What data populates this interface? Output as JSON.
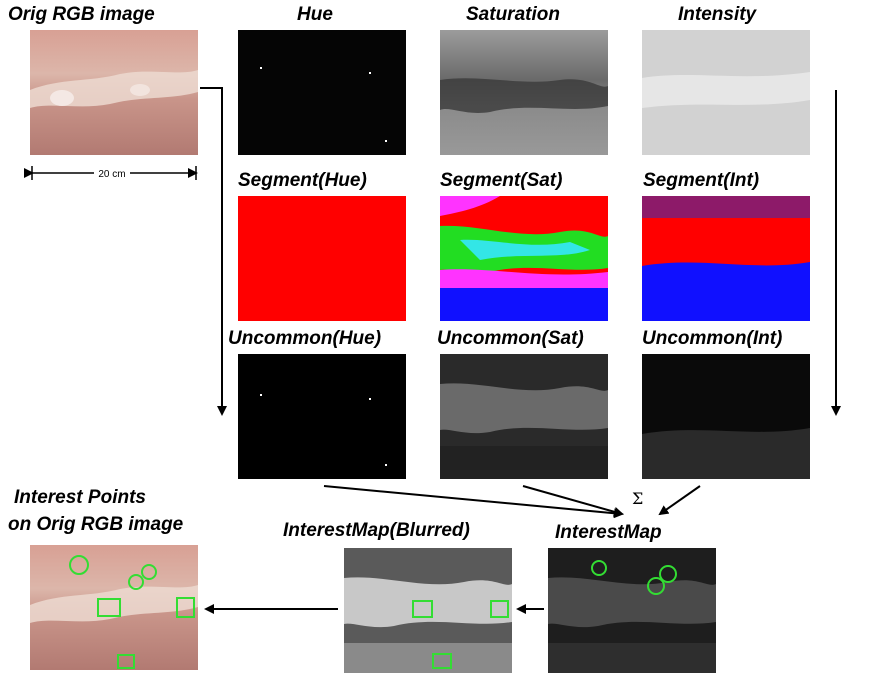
{
  "labels": {
    "orig": "Orig RGB image",
    "hue": "Hue",
    "saturation": "Saturation",
    "intensity": "Intensity",
    "seg_hue": "Segment(Hue)",
    "seg_sat": "Segment(Sat)",
    "seg_int": "Segment(Int)",
    "unc_hue": "Uncommon(Hue)",
    "unc_sat": "Uncommon(Sat)",
    "unc_int": "Uncommon(Int)",
    "interest_points_1": "Interest Points",
    "interest_points_2": "on Orig RGB image",
    "interest_map_blurred": "InterestMap(Blurred)",
    "interest_map": "InterestMap",
    "sum_symbol": "Σ",
    "scale": "20 cm"
  },
  "colors": {
    "circle_marker": "#33dd33",
    "square_marker": "#33dd33",
    "segment_red": "#ff0000",
    "segment_cyan": "#33e6e6",
    "segment_green": "#22dd22",
    "segment_blue": "#1010ff",
    "segment_magenta": "#ff33ff"
  }
}
